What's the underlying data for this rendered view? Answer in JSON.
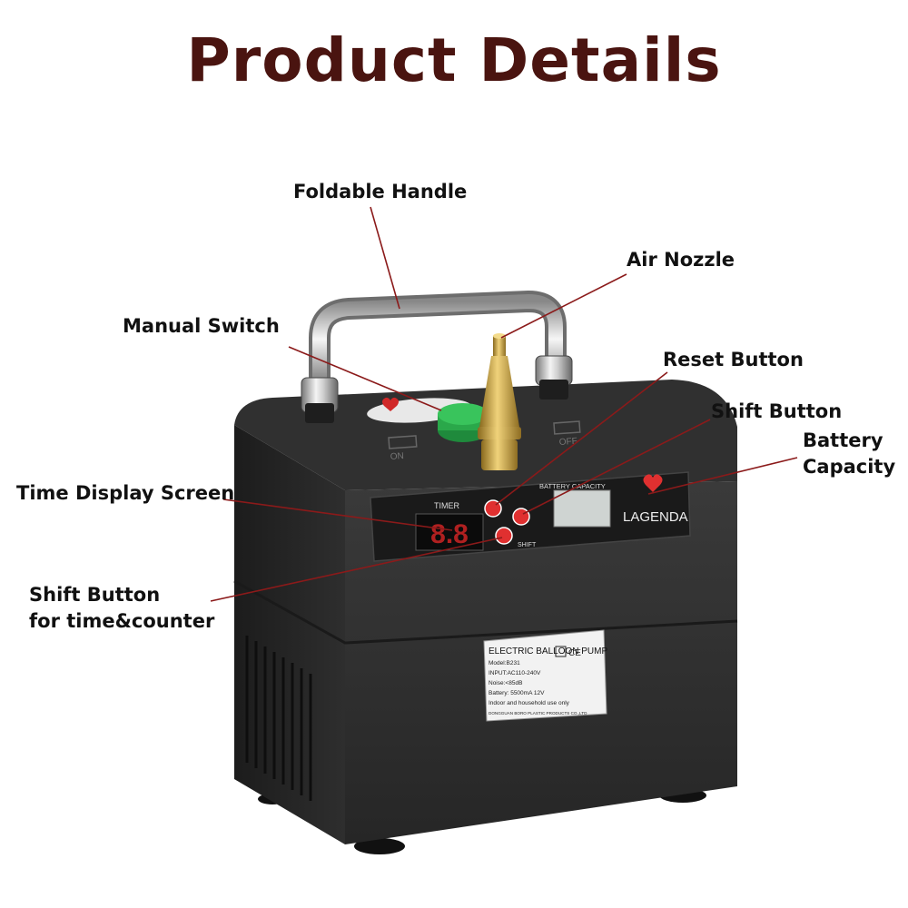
{
  "title": "Product Details",
  "callouts": {
    "foldable_handle": "Foldable Handle",
    "air_nozzle": "Air Nozzle",
    "manual_switch": "Manual Switch",
    "reset_button": "Reset Button",
    "shift_button": "Shift Button",
    "battery_capacity_line1": "Battery",
    "battery_capacity_line2": "Capacity",
    "time_display_screen": "Time Display Screen",
    "shift_time_line1": "Shift Button",
    "shift_time_line2": "for time&counter"
  },
  "device": {
    "brand": "LAGENDA",
    "panel_timer": "TIMER",
    "panel_battery": "BATTERY CAPACITY",
    "panel_shift": "SHIFT",
    "timer_digits": "8.8",
    "top_on": "ON",
    "top_off": "OFF",
    "label_title": "ELECTRIC BALLOON PUMP",
    "label_lines": [
      "Model:B231",
      "INPUT:AC110-240V",
      "Noise:<85dB",
      "Battery: 5500mA  12V",
      "Indoor and household use only",
      "DONGGUAN BORO PLASTIC PRODUCTS CO.,LTD"
    ]
  },
  "colors": {
    "title": "#4a1410",
    "body": "#2b2b2b",
    "nozzle": "#c9a44a",
    "switch": "#2aa84a",
    "leader": "#8b1a1a"
  }
}
